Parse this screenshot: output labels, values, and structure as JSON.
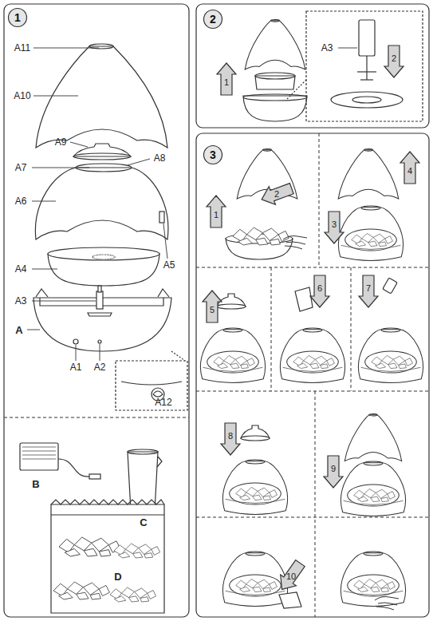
{
  "diagram": {
    "nodes": [
      {
        "text": [
          "1"
        ]
      },
      {
        "text": [
          "2"
        ]
      },
      {
        "text": [
          "3"
        ]
      }
    ],
    "labels": [
      "A11",
      "A10",
      "A9",
      "A7",
      "A8",
      "A6",
      "A4",
      "A5",
      "A3",
      "A",
      "A1",
      "A2",
      "A12",
      "B",
      "C",
      "D",
      "A3",
      "1",
      "2",
      "1",
      "2",
      "3",
      "4",
      "5",
      "6",
      "7",
      "8",
      "9",
      "10"
    ]
  }
}
